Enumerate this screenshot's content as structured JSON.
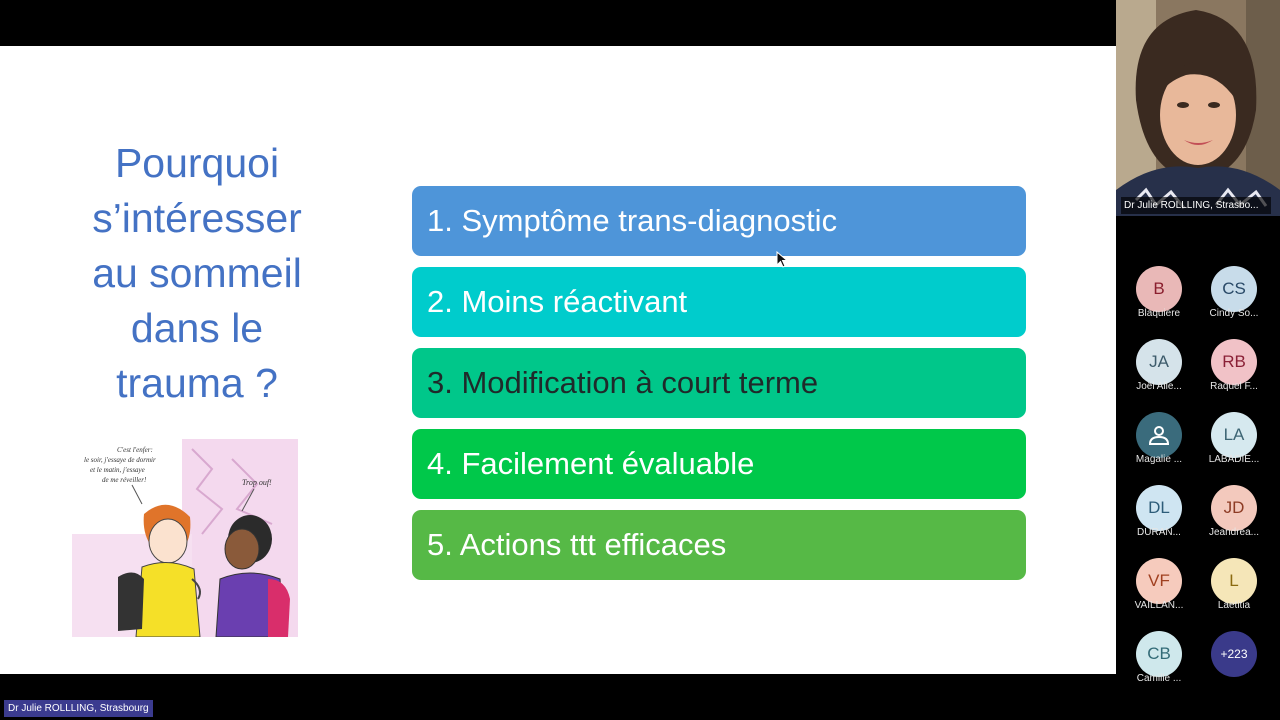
{
  "slide": {
    "title_lines": [
      "Pourquoi",
      "s’intéresser",
      "au sommeil",
      "dans le",
      "trauma ?"
    ],
    "cartoon": {
      "speech_left": [
        "C'est l'enfer:",
        "le soir, j'essaye de dormir",
        "et le matin, j'essaye",
        "de me réveiller!"
      ],
      "speech_right": "Trop ouf!"
    },
    "items": [
      {
        "label": "1. Symptôme trans-diagnostic",
        "color": "#4e95d9"
      },
      {
        "label": "2. Moins réactivant",
        "color": "#00cccc"
      },
      {
        "label": "3. Modification à court terme",
        "color": "#00c78a"
      },
      {
        "label": "4. Facilement évaluable",
        "color": "#00c84a"
      },
      {
        "label": "5. Actions ttt efficaces",
        "color": "#56b946"
      }
    ]
  },
  "presenter": {
    "name": "Dr Julie ROLLLING, Strasbo..."
  },
  "participants": [
    {
      "initials": "B",
      "name": "Blaquiere",
      "bg": "#e9b8b7",
      "fg": "#8a1f2e"
    },
    {
      "initials": "CS",
      "name": "Cindy So...",
      "bg": "#c8dcea",
      "fg": "#2a4a68"
    },
    {
      "initials": "JA",
      "name": "Joël Alle...",
      "bg": "#d5e3ea",
      "fg": "#3d5b6b"
    },
    {
      "initials": "RB",
      "name": "Raquel F...",
      "bg": "#f1c2c7",
      "fg": "#8a2036"
    },
    {
      "initials": "",
      "name": "Magalie ...",
      "bg": "#3a6b7c",
      "fg": "#ffffff",
      "icon": "person-icon"
    },
    {
      "initials": "LA",
      "name": "LABADIE...",
      "bg": "#d6e9ef",
      "fg": "#3d6574"
    },
    {
      "initials": "DL",
      "name": "DURAN...",
      "bg": "#cfe5f2",
      "fg": "#2d5c79"
    },
    {
      "initials": "JD",
      "name": "Jeandrea...",
      "bg": "#f3c9bd",
      "fg": "#8d3b24"
    },
    {
      "initials": "VF",
      "name": "VAILLAN...",
      "bg": "#f6cbbd",
      "fg": "#a04020"
    },
    {
      "initials": "L",
      "name": "Laetitia",
      "bg": "#f5e6b8",
      "fg": "#8a6a10"
    },
    {
      "initials": "CB",
      "name": "Camille ...",
      "bg": "#cfe8ec",
      "fg": "#336b77"
    },
    {
      "initials": "+223",
      "name": "",
      "bg": "#3a3a8a",
      "fg": "#ffffff"
    }
  ],
  "bottom_label": "Dr Julie ROLLLING, Strasbourg"
}
